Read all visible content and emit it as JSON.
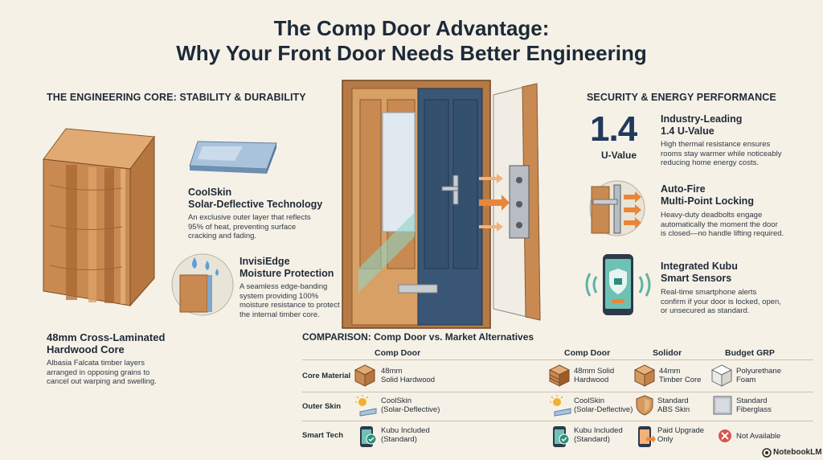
{
  "title_line1": "The Comp Door Advantage:",
  "title_line2": "Why Your Front Door Needs Better Engineering",
  "left": {
    "heading": "THE ENGINEERING CORE: STABILITY & DURABILITY",
    "coolskin_title1": "CoolSkin",
    "coolskin_title2": "Solar-Deflective Technology",
    "coolskin_body1": "An exclusive outer layer that reflects",
    "coolskin_body2": "95% of heat, preventing surface",
    "coolskin_body3": "cracking and fading.",
    "invisi_title1": "InvisiEdge",
    "invisi_title2": "Moisture Protection",
    "invisi_body1": "A seamless edge-banding",
    "invisi_body2": "system providing 100%",
    "invisi_body3": "moisture resistance to protect",
    "invisi_body4": "the internal timber core.",
    "core_title1": "48mm Cross-Laminated",
    "core_title2": "Hardwood Core",
    "core_body1": "Albasia Falcata timber layers",
    "core_body2": "arranged in opposing grains to",
    "core_body3": "cancel out warping and swelling."
  },
  "right": {
    "heading": "SECURITY & ENERGY PERFORMANCE",
    "uvalue_num": "1.4",
    "uvalue_label": "U-Value",
    "uvalue_title1": "Industry-Leading",
    "uvalue_title2": "1.4 U-Value",
    "uvalue_body1": "High thermal resistance ensures",
    "uvalue_body2": "rooms stay warmer while noticeably",
    "uvalue_body3": "reducing home energy costs.",
    "lock_title1": "Auto-Fire",
    "lock_title2": "Multi-Point Locking",
    "lock_body1": "Heavy-duty deadbolts engage",
    "lock_body2": "automatically the moment the door",
    "lock_body3": "is closed—no handle lifting required.",
    "kubu_title1": "Integrated Kubu",
    "kubu_title2": "Smart Sensors",
    "kubu_body1": "Real-time smartphone alerts",
    "kubu_body2": "confirm if your door is locked, open,",
    "kubu_body3": "or unsecured as standard."
  },
  "comparison": {
    "heading": "COMPARISON: Comp Door vs. Market Alternatives",
    "col1": "Comp Door",
    "col2": "Comp Door",
    "col3": "Solidor",
    "col4": "Budget GRP",
    "row1": "Core Material",
    "row2": "Outer Skin",
    "row3": "Smart Tech",
    "r1c1a": "48mm",
    "r1c1b": "Solid Hardwood",
    "r1c2a": "48mm Solid",
    "r1c2b": "Hardwood",
    "r1c3a": "44mm",
    "r1c3b": "Timber Core",
    "r1c4a": "Polyurethane",
    "r1c4b": "Foam",
    "r2c1a": "CoolSkin",
    "r2c1b": "(Solar-Deflective)",
    "r2c2a": "CoolSkin",
    "r2c2b": "(Solar-Deflective)",
    "r2c3a": "Standard",
    "r2c3b": "ABS Skin",
    "r2c4a": "Standard",
    "r2c4b": "Fiberglass",
    "r3c1a": "Kubu Included",
    "r3c1b": "(Standard)",
    "r3c2a": "Kubu Included",
    "r3c2b": "(Standard)",
    "r3c3a": "Paid Upgrade",
    "r3c3b": "Only",
    "r3c4": "Not Available"
  },
  "brand": "NotebookLM",
  "colors": {
    "background": "#f6f1e7",
    "navy": "#1f3a5c",
    "wood": "#c98a52",
    "door_blue": "#3a5676",
    "accent_orange": "#e8873a"
  }
}
